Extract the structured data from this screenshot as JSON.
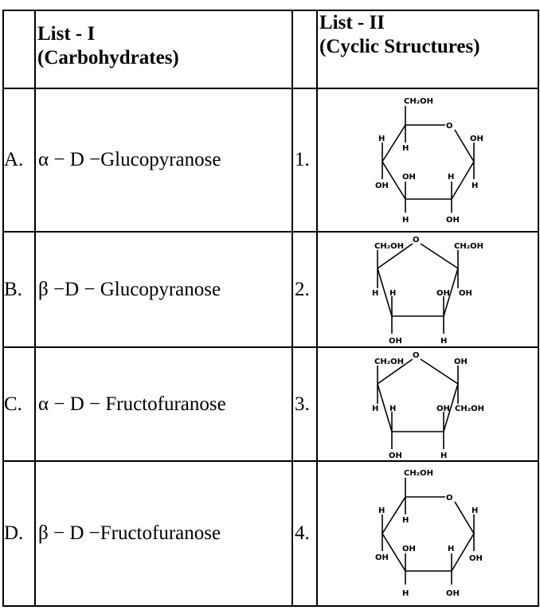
{
  "header": {
    "list1_title": "List - I",
    "list1_sub": "(Carbohydrates)",
    "list2_title": "List - II",
    "list2_sub": "(Cyclic Structures)"
  },
  "rows": [
    {
      "letter": "A.",
      "name": "α − D −Glucopyranose",
      "number": "1."
    },
    {
      "letter": "B.",
      "name": "β −D − Glucopyranose",
      "number": "2."
    },
    {
      "letter": "C.",
      "name": "α − D − Fructofuranose",
      "number": "3."
    },
    {
      "letter": "D.",
      "name": "β − D −Fructofuranose",
      "number": "4."
    }
  ],
  "atoms": {
    "ch2oh": "CH₂OH",
    "o": "O",
    "oh": "OH",
    "h": "H"
  }
}
